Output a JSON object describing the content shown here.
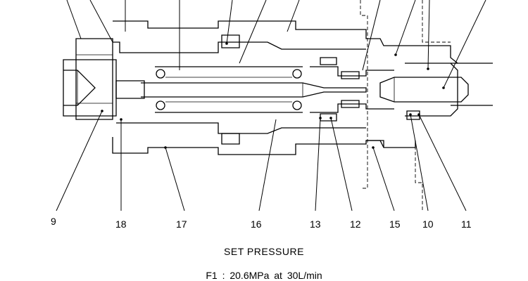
{
  "callouts": {
    "c9": "9",
    "c18": "18",
    "c17": "17",
    "c16": "16",
    "c13": "13",
    "c12": "12",
    "c15": "15",
    "c10": "10",
    "c11": "11"
  },
  "caption": {
    "title": "SET PRESSURE",
    "spec": "F1 : 20.6MPa  at  30L/min"
  }
}
